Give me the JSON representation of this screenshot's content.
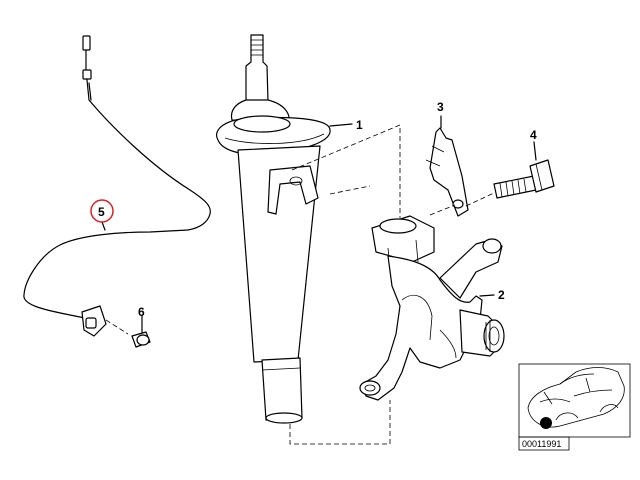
{
  "callouts": {
    "strut": "1",
    "knuckle": "2",
    "bracket": "3",
    "bolt": "4",
    "sensor": "5",
    "screw": "6"
  },
  "highlight_color": "#e02020",
  "inset": {
    "code": "00011991"
  }
}
